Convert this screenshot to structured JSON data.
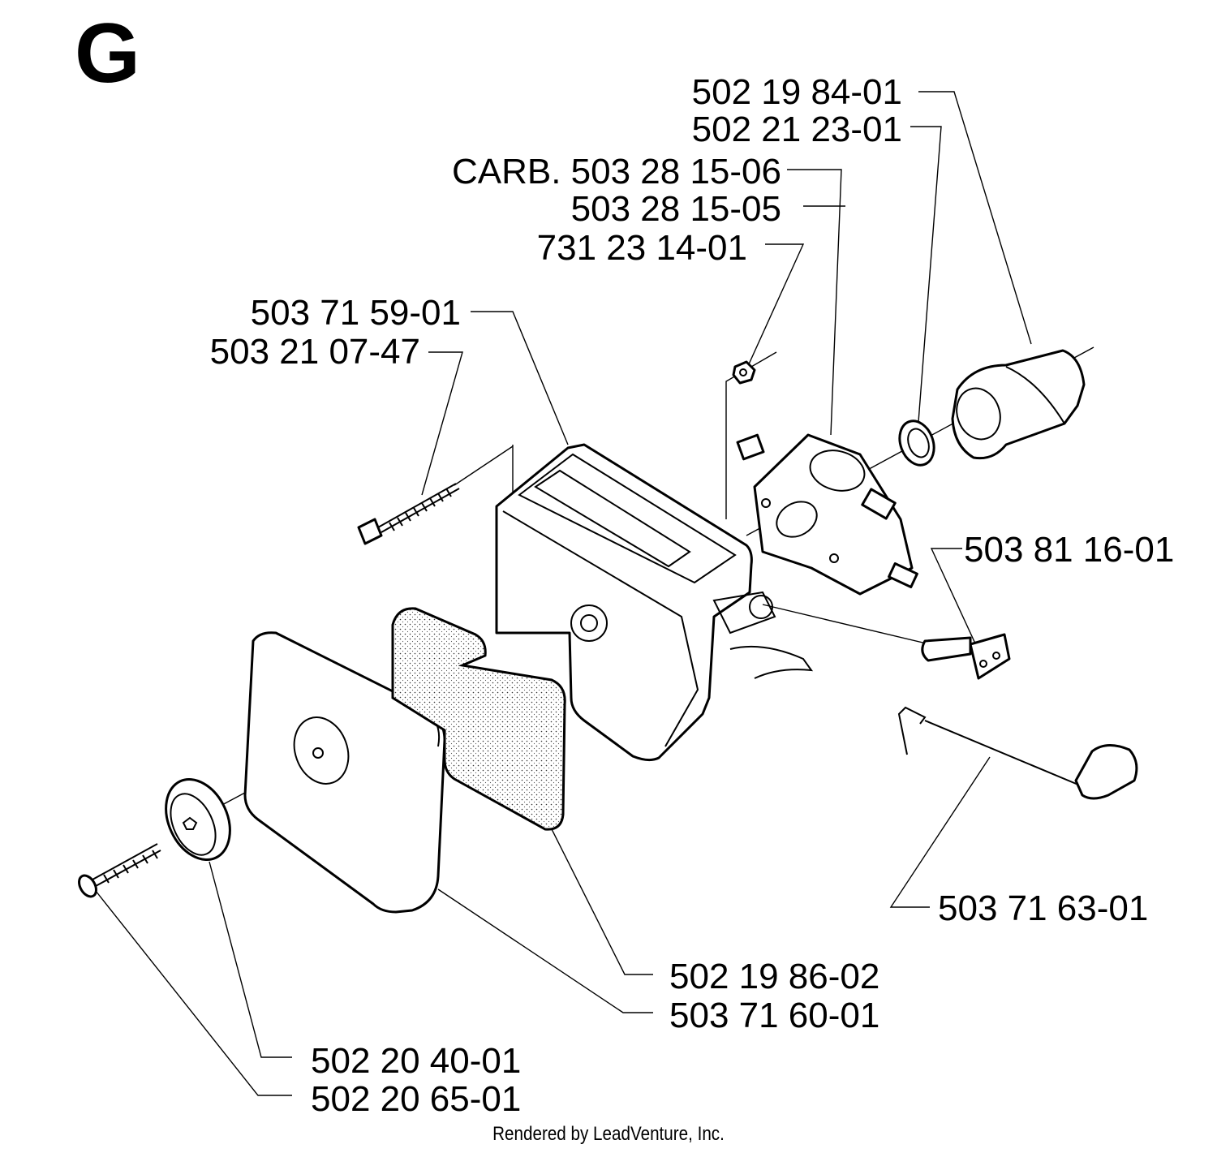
{
  "section_letter": "G",
  "callouts": {
    "p502198401": "502 19 84-01",
    "p502212301": "502 21 23-01",
    "carb_503281506": "CARB. 503 28 15-06",
    "p503281505": "503 28 15-05",
    "p731231401": "731 23 14-01",
    "p503715901": "503 71 59-01",
    "p503210747": "503 21 07-47",
    "p503811601": "503 81 16-01",
    "p503716301": "503 71 63-01",
    "p502198602": "502 19 86-02",
    "p503716001": "503 71 60-01",
    "p502204001": "502 20 40-01",
    "p502206501": "502 20 65-01"
  },
  "footer": "Rendered by LeadVenture, Inc."
}
